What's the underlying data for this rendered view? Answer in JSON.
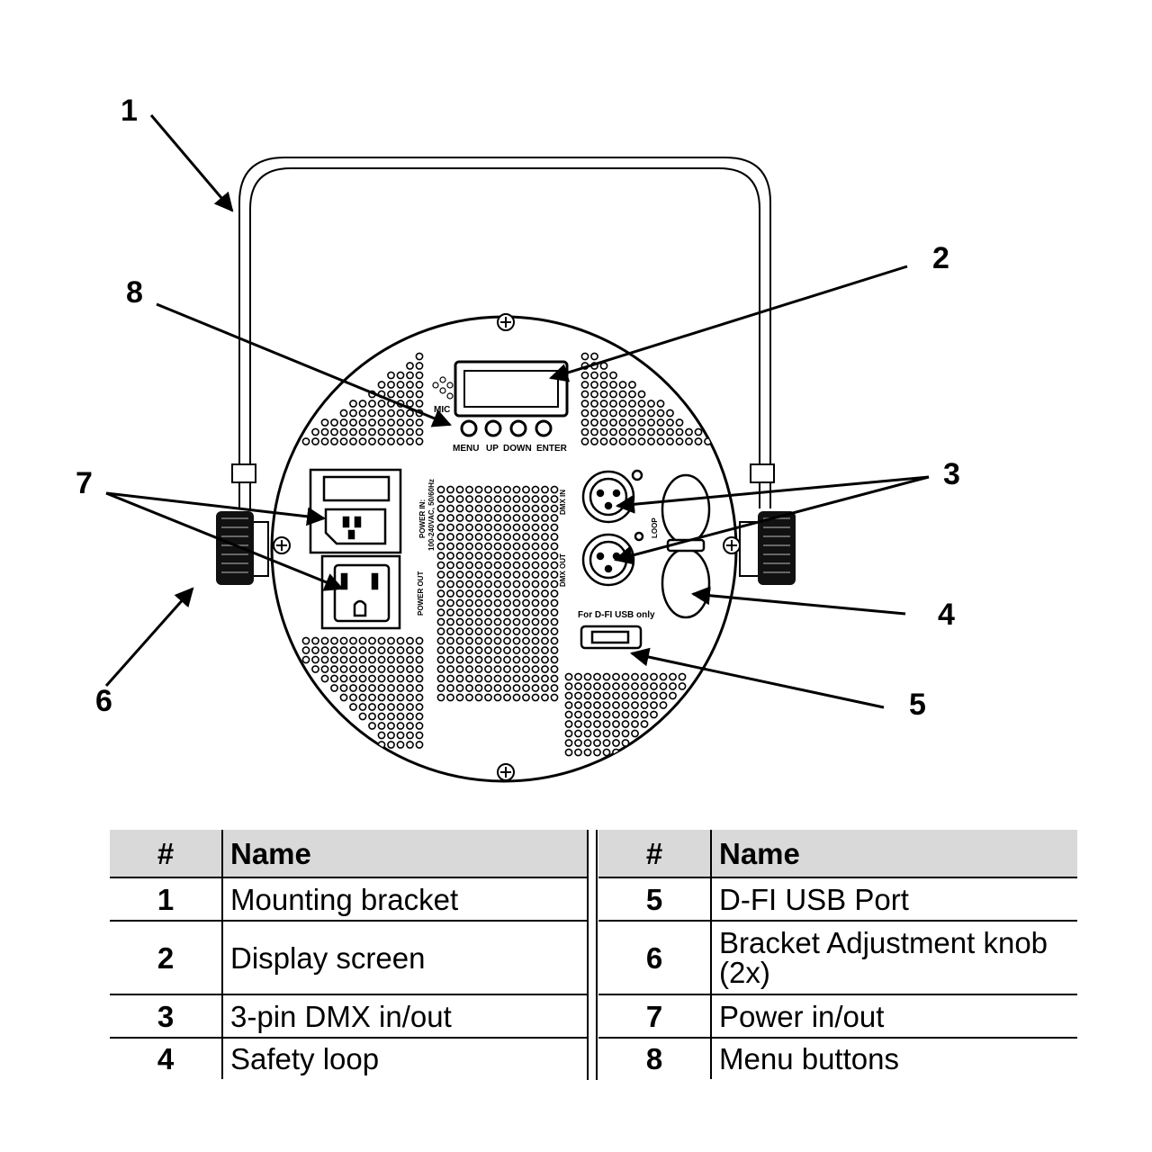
{
  "callouts": [
    "1",
    "2",
    "3",
    "4",
    "5",
    "6",
    "7",
    "8"
  ],
  "panel": {
    "mic_label": "MIC",
    "menu_label": "MENU",
    "up_label": "UP",
    "down_label": "DOWN",
    "enter_label": "ENTER",
    "power_in_label_1": "POWER IN:",
    "power_in_label_2": "100-240VAC, 50/60Hz",
    "power_out_label": "POWER OUT",
    "dmx_in_label": "DMX IN",
    "dmx_out_label": "DMX OUT",
    "loop_label": "LOOP",
    "usb_label": "For D-FI USB only"
  },
  "legend": {
    "header_num": "#",
    "header_name": "Name",
    "left_rows": [
      {
        "num": "1",
        "name": "Mounting bracket"
      },
      {
        "num": "2",
        "name": "Display screen"
      },
      {
        "num": "3",
        "name": "3-pin DMX in/out"
      },
      {
        "num": "4",
        "name": "Safety loop"
      }
    ],
    "right_rows": [
      {
        "num": "5",
        "name": "D-FI USB Port"
      },
      {
        "num": "6",
        "name": "Bracket Adjustment knob (2x)"
      },
      {
        "num": "7",
        "name": "Power in/out"
      },
      {
        "num": "8",
        "name": "Menu buttons"
      }
    ]
  }
}
